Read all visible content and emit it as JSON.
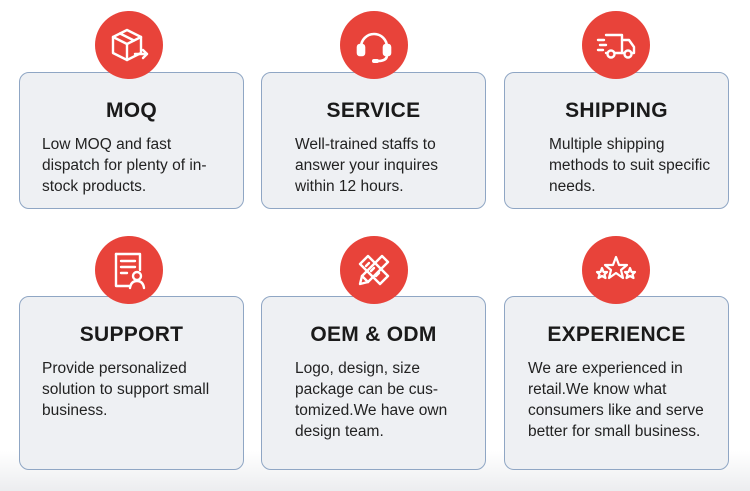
{
  "cards": [
    {
      "title": "MOQ",
      "text": "Low MOQ and fast dispatch for plenty of in-stock products.",
      "icon": "box-arrow-icon"
    },
    {
      "title": "SERVICE",
      "text": "Well-trained staffs to answer your inquires within 12 hours.",
      "icon": "headset-icon"
    },
    {
      "title": "SHIPPING",
      "text": "Multiple shipping methods to suit specific needs.",
      "icon": "truck-icon"
    },
    {
      "title": "SUPPORT",
      "text": "Provide personalized solution to support small business.",
      "icon": "document-person-icon"
    },
    {
      "title": "OEM & ODM",
      "text": "Logo, design, size package can be cus-tomized.We have own design team.",
      "icon": "pencil-ruler-icon"
    },
    {
      "title": "EXPERIENCE",
      "text": "We are experienced in retail.We know what consumers like and serve better for small business.",
      "icon": "stars-icon"
    }
  ],
  "colors": {
    "accent": "#e8433a",
    "card_bg": "#eef0f3",
    "card_border": "#8fa6c4"
  }
}
